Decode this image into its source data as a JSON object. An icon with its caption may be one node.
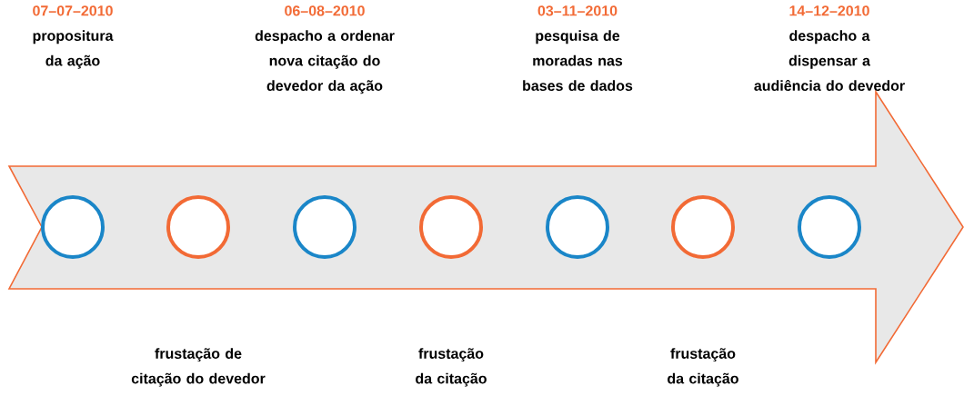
{
  "diagram": {
    "nodes": [
      {
        "text": [],
        "shape": "arrow"
      },
      {
        "text": [],
        "shape": "circle",
        "in": 0,
        "beside": [
          "07–07–2010",
          "propositura da ação"
        ]
      },
      {
        "text": [],
        "shape": "circle",
        "in": 0
      },
      {
        "text": [],
        "shape": "circle",
        "in": 0,
        "beside": [
          "06–08–2010",
          "despacho a ordenar nova citação do devedor da ação"
        ]
      },
      {
        "text": [],
        "shape": "circle",
        "in": 0
      },
      {
        "text": [],
        "shape": "circle",
        "in": 0,
        "beside": [
          "03–11–2010",
          "pesquisa de moradas nas bases de dados"
        ]
      },
      {
        "text": [],
        "shape": "circle",
        "in": 0
      },
      {
        "text": [],
        "shape": "circle",
        "in": 0,
        "beside": [
          "14–12–2010",
          "despacho a dispensar a audiência do devedor"
        ]
      }
    ],
    "labels": [
      "frustação de citação do devedor",
      "frustação da citação",
      "frustação da citação"
    ]
  }
}
